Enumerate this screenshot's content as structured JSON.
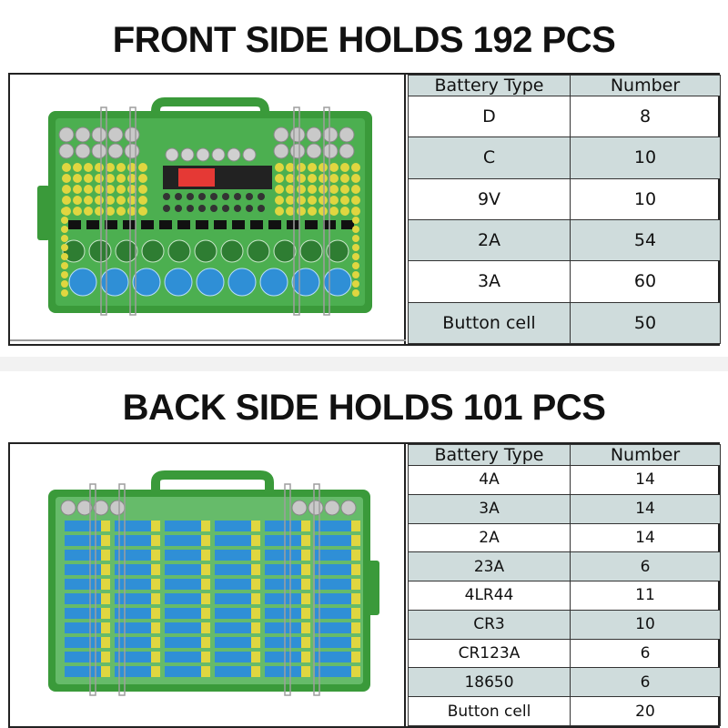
{
  "front": {
    "heading": "FRONT SIDE HOLDS 192 PCS",
    "table": {
      "headers": [
        "Battery Type",
        "Number"
      ],
      "rows": [
        {
          "type": "D",
          "number": "8"
        },
        {
          "type": "C",
          "number": "10"
        },
        {
          "type": "9V",
          "number": "10"
        },
        {
          "type": "2A",
          "number": "54"
        },
        {
          "type": "3A",
          "number": "60"
        },
        {
          "type": "Button cell",
          "number": "50"
        }
      ]
    },
    "image": {
      "description": "battery-organizer-front-photo"
    }
  },
  "back": {
    "heading": "BACK SIDE HOLDS 101 PCS",
    "table": {
      "headers": [
        "Battery Type",
        "Number"
      ],
      "rows": [
        {
          "type": "4A",
          "number": "14"
        },
        {
          "type": "3A",
          "number": "14"
        },
        {
          "type": "2A",
          "number": "14"
        },
        {
          "type": "23A",
          "number": "6"
        },
        {
          "type": "4LR44",
          "number": "11"
        },
        {
          "type": "CR3",
          "number": "10"
        },
        {
          "type": "CR123A",
          "number": "6"
        },
        {
          "type": "18650",
          "number": "6"
        },
        {
          "type": "Button cell",
          "number": "20"
        }
      ]
    },
    "image": {
      "description": "battery-organizer-back-photo"
    }
  },
  "colors": {
    "case_green": "#3a9a3a",
    "case_dark": "#2e7d32",
    "table_header": "#cfdcdc",
    "yellow_battery": "#e0d640",
    "blue_battery": "#2f8fd6",
    "red_battery": "#e53935"
  }
}
